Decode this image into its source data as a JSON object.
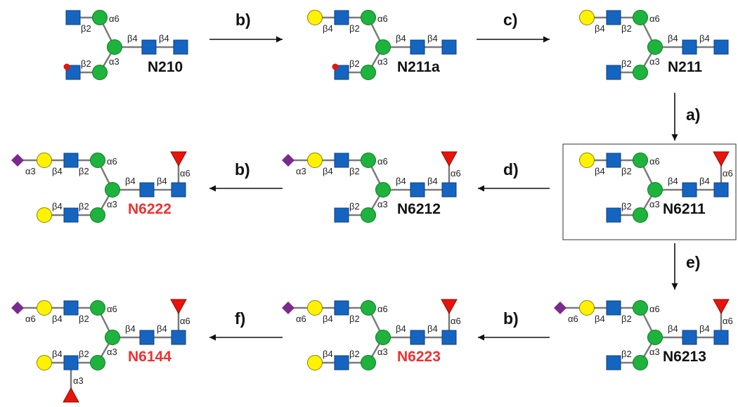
{
  "colors": {
    "glcnac": "#1565C0",
    "man": "#1DB33C",
    "gal": "#FFF200",
    "fuc": "#E8140A",
    "sia": "#7A2A8C",
    "label_default": "#111111",
    "label_highlight": "#F03030",
    "edge": "#7a7a7a"
  },
  "structures": [
    {
      "name": "N210",
      "highlight": false,
      "boxed": false,
      "upper": [
        {
          "type": "glcnac",
          "link": "β2"
        }
      ],
      "lower": [
        {
          "type": "glcnac",
          "link": "β2",
          "dot": true
        }
      ],
      "core_fucose": null
    },
    {
      "name": "N211a",
      "highlight": false,
      "boxed": false,
      "upper": [
        {
          "type": "glcnac",
          "link": "β2"
        },
        {
          "type": "gal",
          "link": "β4"
        }
      ],
      "lower": [
        {
          "type": "glcnac",
          "link": "β2",
          "dot": true
        }
      ],
      "core_fucose": null
    },
    {
      "name": "N211",
      "highlight": false,
      "boxed": false,
      "upper": [
        {
          "type": "glcnac",
          "link": "β2"
        },
        {
          "type": "gal",
          "link": "β4"
        }
      ],
      "lower": [
        {
          "type": "glcnac",
          "link": "β2"
        }
      ],
      "core_fucose": null
    },
    {
      "name": "N6211",
      "highlight": false,
      "boxed": true,
      "upper": [
        {
          "type": "glcnac",
          "link": "β2"
        },
        {
          "type": "gal",
          "link": "β4"
        }
      ],
      "lower": [
        {
          "type": "glcnac",
          "link": "β2"
        }
      ],
      "core_fucose": "α6"
    },
    {
      "name": "N6212",
      "highlight": false,
      "boxed": false,
      "upper": [
        {
          "type": "glcnac",
          "link": "β2"
        },
        {
          "type": "gal",
          "link": "β4"
        },
        {
          "type": "sia",
          "link": "α3"
        }
      ],
      "lower": [
        {
          "type": "glcnac",
          "link": "β2"
        }
      ],
      "core_fucose": "α6"
    },
    {
      "name": "N6222",
      "highlight": true,
      "boxed": false,
      "upper": [
        {
          "type": "glcnac",
          "link": "β2"
        },
        {
          "type": "gal",
          "link": "β4"
        },
        {
          "type": "sia",
          "link": "α3"
        }
      ],
      "lower": [
        {
          "type": "glcnac",
          "link": "β2"
        },
        {
          "type": "gal",
          "link": "β4"
        }
      ],
      "core_fucose": "α6"
    },
    {
      "name": "N6213",
      "highlight": false,
      "boxed": false,
      "upper": [
        {
          "type": "glcnac",
          "link": "β2"
        },
        {
          "type": "gal",
          "link": "β4"
        },
        {
          "type": "sia",
          "link": "α6"
        }
      ],
      "lower": [
        {
          "type": "glcnac",
          "link": "β2"
        }
      ],
      "core_fucose": "α6"
    },
    {
      "name": "N6223",
      "highlight": true,
      "boxed": false,
      "upper": [
        {
          "type": "glcnac",
          "link": "β2"
        },
        {
          "type": "gal",
          "link": "β4"
        },
        {
          "type": "sia",
          "link": "α6"
        }
      ],
      "lower": [
        {
          "type": "glcnac",
          "link": "β2"
        },
        {
          "type": "gal",
          "link": "β4"
        }
      ],
      "core_fucose": "α6"
    },
    {
      "name": "N6144",
      "highlight": true,
      "boxed": false,
      "upper": [
        {
          "type": "glcnac",
          "link": "β2"
        },
        {
          "type": "gal",
          "link": "β4"
        },
        {
          "type": "sia",
          "link": "α6"
        }
      ],
      "lower": [
        {
          "type": "glcnac",
          "link": "β2",
          "branch_fucose": "α3"
        },
        {
          "type": "gal",
          "link": "β4"
        }
      ],
      "core_fucose": "α6"
    }
  ],
  "core_links": {
    "man_upper": "α6",
    "man_lower": "α3",
    "chitobiose_1": "β4",
    "chitobiose_2": "β4"
  },
  "steps": [
    {
      "label": "b)",
      "from": "N210",
      "to": "N211a"
    },
    {
      "label": "c)",
      "from": "N211a",
      "to": "N211"
    },
    {
      "label": "a)",
      "from": "N211",
      "to": "N6211"
    },
    {
      "label": "d)",
      "from": "N6211",
      "to": "N6212"
    },
    {
      "label": "b)",
      "from": "N6212",
      "to": "N6222"
    },
    {
      "label": "e)",
      "from": "N6211",
      "to": "N6213"
    },
    {
      "label": "b)",
      "from": "N6213",
      "to": "N6223"
    },
    {
      "label": "f)",
      "from": "N6223",
      "to": "N6144"
    }
  ]
}
